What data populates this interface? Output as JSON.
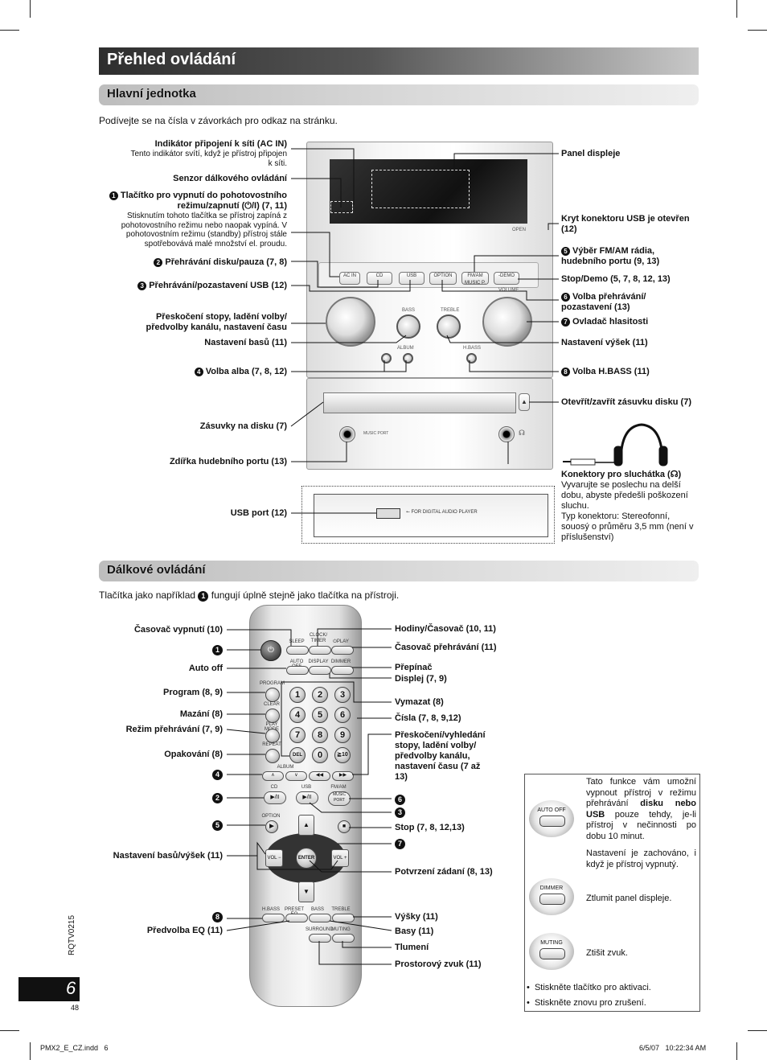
{
  "page": {
    "title": "Přehled ovládání",
    "page_number": "6",
    "side_code": "RQTV0215",
    "small_page": "48",
    "footer_left": "PMX2_E_CZ.indd   6",
    "footer_right": "6/5/07   10:22:34 AM"
  },
  "main_unit": {
    "heading": "Hlavní jednotka",
    "intro": "Podívejte se na čísla v závorkách pro odkaz na stránku.",
    "left_labels": {
      "ac_in": "Indikátor připojení k síti (AC IN)",
      "ac_in_desc": "Tento indikátor svítí, když je přístroj připojen k síti.",
      "remote_sensor": "Senzor dálkového ovládání",
      "standby_num": "1",
      "standby": "Tlačítko pro vypnutí do pohotovostního režimu/zapnutí (⏻/I) (7, 11)",
      "standby_desc": "Stisknutím tohoto tlačítka se přístroj zapíná z pohotovostního režimu nebo naopak vypíná. V pohotovostním režimu (standby) přístroj stále spotřebovává malé množství el. proudu.",
      "disc_num": "2",
      "disc": "Přehrávání disku/pauza (7, 8)",
      "usb_num": "3",
      "usb": "Přehrávání/pozastavení USB (12)",
      "skip": "Přeskočení stopy, ladění volby/ předvolby kanálu, nastavení času",
      "bass": "Nastavení basů (11)",
      "album_num": "4",
      "album": "Volba alba (7, 8, 12)",
      "tray": "Zásuvky na disku (7)",
      "music_port": "Zdířka hudebního portu (13)",
      "usb_port": "USB port (12)"
    },
    "right_labels": {
      "display_panel": "Panel displeje",
      "usb_cover": "Kryt konektoru USB je otevřen (12)",
      "fm_num": "5",
      "fm": "Výběr FM/AM rádia, hudebního portu (9, 13)",
      "stop": "Stop/Demo (5, 7, 8, 12, 13)",
      "play_sel_num": "6",
      "play_sel": "Volba přehrávání/ pozastavení (13)",
      "volume_num": "7",
      "volume": "Ovladač hlasitosti",
      "treble": "Nastavení výšek (11)",
      "hbass_num": "8",
      "hbass": "Volba H.BASS (11)",
      "open_close": "Otevřít/zavřít zásuvku disku (7)",
      "headphones": "Konektory pro sluchátka (☊)",
      "headphones_desc": "Vyvarujte se poslechu na delší dobu, abyste předešli poškození sluchu.",
      "headphones_type": "Typ konektoru: Stereofonní, souosý o průměru 3,5 mm (není v příslušenství)"
    },
    "device_texts": {
      "acin": "AC IN",
      "cd": "CD",
      "usb": "USB",
      "option": "OPTION",
      "fmam": "FM/AM MUSIC P.",
      "demo": "-DEMO",
      "open": "OPEN",
      "bass": "BASS",
      "treble": "TREBLE",
      "volume": "VOLUME",
      "album": "ALBUM",
      "hbass": "H.BASS",
      "music_port": "MUSIC PORT",
      "usb_player": "FOR DIGITAL AUDIO PLAYER"
    }
  },
  "remote": {
    "heading": "Dálkové ovládání",
    "intro_before": "Tlačítka jako například",
    "intro_num": "1",
    "intro_after": "fungují úplně stejně jako tlačítka na přístroji.",
    "left_labels": {
      "sleep": "Časovač vypnutí (10)",
      "power_num": "1",
      "auto_off": "Auto off",
      "program": "Program (8, 9)",
      "clear": "Mazání (8)",
      "play_mode": "Režim přehrávání (7, 9)",
      "repeat": "Opakování (8)",
      "album_num": "4",
      "cd_num": "2",
      "option_num": "5",
      "bass_treble": "Nastavení basů/výšek (11)",
      "hbass_num": "8",
      "preset_eq": "Předvolba EQ (11)"
    },
    "right_labels": {
      "clock": "Hodiny/Časovač (10, 11)",
      "play_timer": "Časovač přehrávání (11)",
      "switch": "Přepínač",
      "display": "Displej (7, 9)",
      "delete": "Vymazat (8)",
      "numbers": "Čísla (7, 8, 9,12)",
      "skip": "Přeskočení/vyhledání stopy, ladění volby/ předvolby kanálu, nastavení času (7 až 13)",
      "fm_num": "6",
      "usb_num": "3",
      "stop": "Stop (7, 8, 12,13)",
      "vol_num": "7",
      "enter": "Potvrzení zádaní (8, 13)",
      "treble": "Výšky (11)",
      "bass": "Basy (11)",
      "muting": "Tlumení",
      "surround": "Prostorový zvuk (11)"
    },
    "keys": {
      "sleep": "SLEEP",
      "clock": "CLOCK/ TIMER",
      "play": "⏻PLAY",
      "auto_off": "AUTO OFF",
      "display": "DISPLAY",
      "dimmer": "DIMMER",
      "program": "PROGRAM",
      "clear": "CLEAR",
      "play_mode": "PLAY MODE",
      "repeat": "REPEAT",
      "del": "DEL",
      "album": "ALBUM",
      "cd": "CD",
      "usb": "USB",
      "fmam": "FM/AM",
      "music_port": "MUSIC PORT",
      "option": "OPTION",
      "vol_minus": "VOL −",
      "vol_plus": "VOL +",
      "enter": "ENTER",
      "hbass": "H.BASS",
      "preset_eq": "PRESET EQ",
      "bass": "BASS",
      "treble": "TREBLE",
      "surround": "SURROUND",
      "muting": "MUTING",
      "n1": "1",
      "n2": "2",
      "n3": "3",
      "n4": "4",
      "n5": "5",
      "n6": "6",
      "n7": "7",
      "n8": "8",
      "n9": "9",
      "n0": "0",
      "n10": "≧10"
    }
  },
  "info_box": {
    "auto_off_key": "AUTO OFF",
    "auto_off_text_1": "Tato funkce vám umožní vypnout přístroj v režimu přehrávání",
    "auto_off_bold": "disku nebo USB",
    "auto_off_text_2": "pouze tehdy, je-li přístroj v nečinnosti po dobu 10 minut.",
    "auto_off_note": "Nastavení je zachováno, i když je přístroj vypnutý.",
    "dimmer_key": "DIMMER",
    "dimmer_text": "Ztlumit panel displeje.",
    "muting_key": "MUTING",
    "muting_text": "Ztišit zvuk.",
    "bullet_1": "Stiskněte tlačítko pro aktivaci.",
    "bullet_2": "Stiskněte znovu pro zrušení."
  }
}
